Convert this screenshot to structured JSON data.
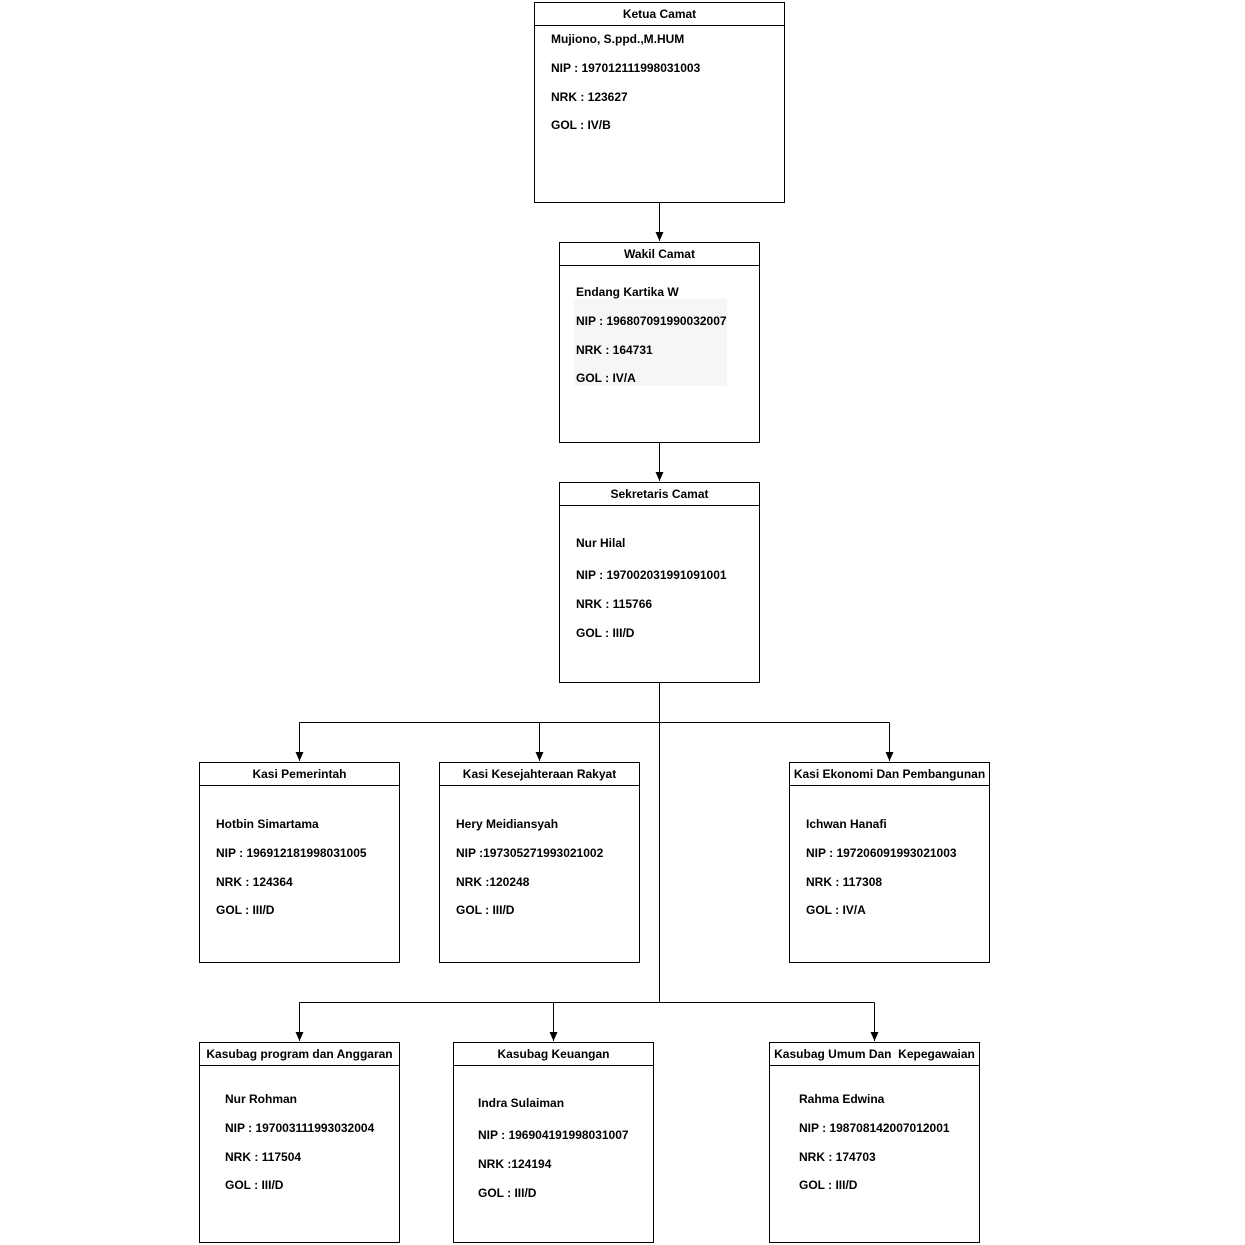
{
  "nodes": [
    {
      "id": "ketua-camat",
      "title": "Ketua Camat",
      "name": "Mujiono, S.ppd.,M.HUM",
      "nip": "NIP : 197012111998031003",
      "nrk": "NRK : 123627",
      "gol": "GOL : IV/B"
    },
    {
      "id": "wakil-camat",
      "title": "Wakil Camat",
      "name": "Endang Kartika W",
      "nip": "NIP : 196807091990032007",
      "nrk": "NRK : 164731",
      "gol": "GOL : IV/A"
    },
    {
      "id": "sekretaris-camat",
      "title": "Sekretaris Camat",
      "name": "Nur Hilal",
      "nip": "NIP : 197002031991091001",
      "nrk": "NRK : 115766",
      "gol": "GOL : III/D"
    },
    {
      "id": "kasi-pemerintah",
      "title": "Kasi Pemerintah",
      "name": "Hotbin Simartama",
      "nip": "NIP : 196912181998031005",
      "nrk": "NRK : 124364",
      "gol": "GOL : III/D"
    },
    {
      "id": "kasi-kesejahteraan-rakyat",
      "title": "Kasi Kesejahteraan Rakyat",
      "name": "Hery Meidiansyah",
      "nip": "NIP :197305271993021002",
      "nrk": "NRK :120248",
      "gol": "GOL : III/D"
    },
    {
      "id": "kasi-ekonomi-pembangunan",
      "title": "Kasi Ekonomi Dan Pembangunan",
      "name": "Ichwan Hanafi",
      "nip": "NIP : 197206091993021003",
      "nrk": "NRK : 117308",
      "gol": "GOL : IV/A"
    },
    {
      "id": "kasubag-program-anggaran",
      "title": "Kasubag program dan Anggaran",
      "name": "Nur Rohman",
      "nip": "NIP : 197003111993032004",
      "nrk": "NRK : 117504",
      "gol": "GOL : III/D"
    },
    {
      "id": "kasubag-keuangan",
      "title": "Kasubag Keuangan",
      "name": "Indra Sulaiman",
      "nip": "NIP : 196904191998031007",
      "nrk": "NRK :124194",
      "gol": "GOL : III/D"
    },
    {
      "id": "kasubag-umum-kepegawaian",
      "title": "Kasubag Umum Dan  Kepegawaian",
      "name": "Rahma Edwina",
      "nip": "NIP : 198708142007012001",
      "nrk": "NRK : 174703",
      "gol": "GOL : III/D"
    }
  ]
}
